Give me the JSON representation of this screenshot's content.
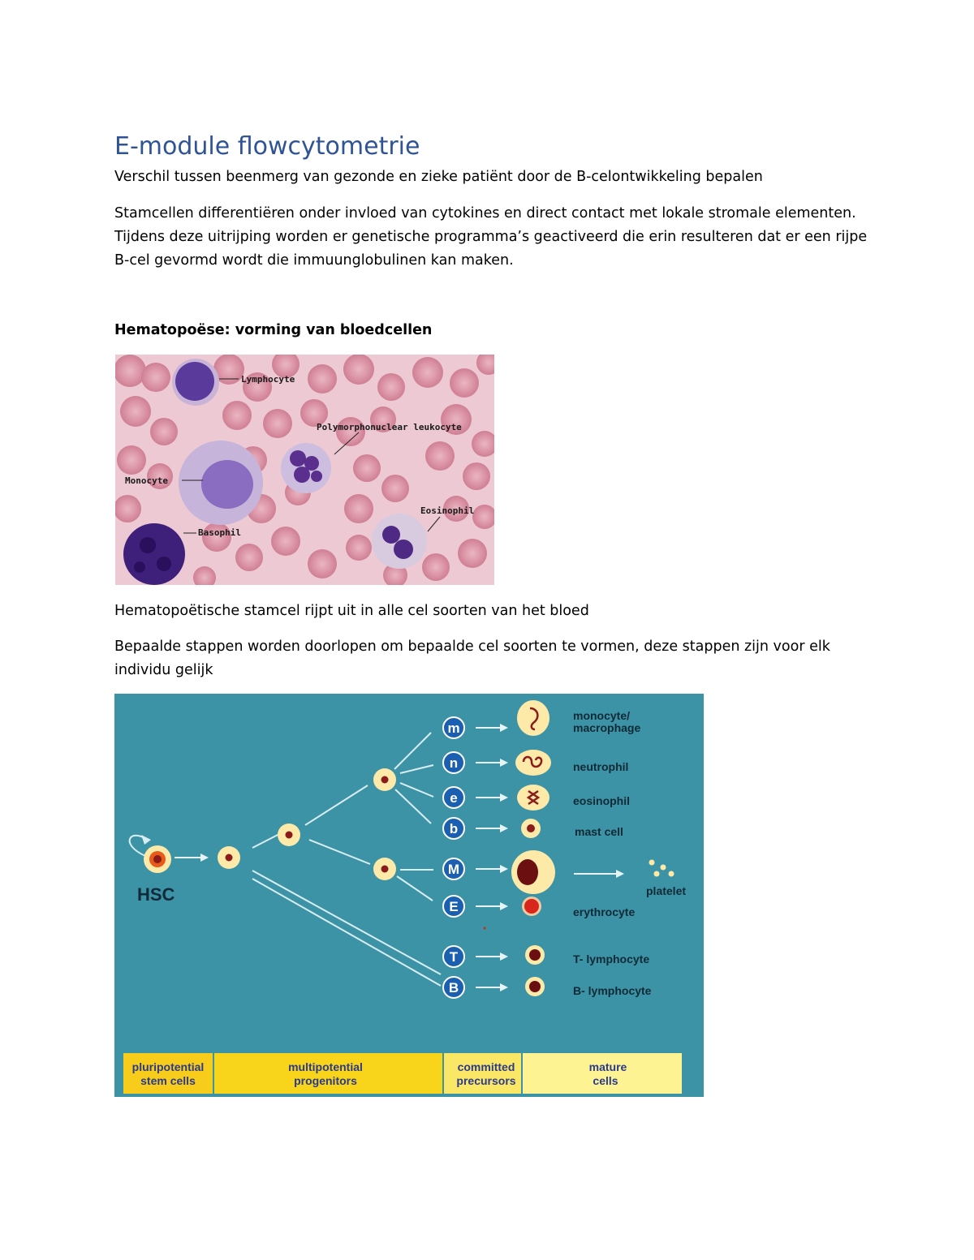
{
  "page": {
    "title": "E-module flowcytometrie",
    "subtitle": "Verschil tussen beenmerg van gezonde en zieke patiënt door de B-celontwikkeling bepalen",
    "paragraph1_line1": "Stamcellen differentiëren onder invloed van cytokines en direct contact met lokale stromale elementen.",
    "paragraph1_line2": "Tijdens deze uitrijping worden er genetische programma’s geactiveerd die erin resulteren dat er een rijpe",
    "paragraph1_line3": "B-cel gevormd wordt die immuunglobulinen kan maken.",
    "heading_hematopoese": "Hematopoëse: vorming van bloedcellen",
    "paragraph2": "Hematopoëtische stamcel rijpt uit in alle cel soorten van het bloed",
    "paragraph3_line1": "Bepaalde stappen worden doorlopen om bepaalde cel soorten te vormen, deze stappen zijn voor elk",
    "paragraph3_line2": "individu gelijk"
  },
  "micrograph": {
    "labels": {
      "lymphocyte": "Lymphocyte",
      "pmn": "Polymorphonuclear leukocyte",
      "monocyte": "Monocyte",
      "eosinophil": "Eosinophil",
      "basophil": "Basophil"
    }
  },
  "diagram": {
    "hsc": "HSC",
    "letters": {
      "m": "m",
      "n": "n",
      "e": "e",
      "b": "b",
      "M": "M",
      "E": "E",
      "T": "T",
      "B": "B"
    },
    "labels": {
      "monocyte_1": "monocyte/",
      "monocyte_2": "macrophage",
      "neutrophil": "neutrophil",
      "eosinophil": "eosinophil",
      "mast": "mast cell",
      "platelet": "platelet",
      "erythrocyte": "erythrocyte",
      "t_lymph": "T- lymphocyte",
      "b_lymph": "B- lymphocyte"
    },
    "stages": {
      "s1_line1": "pluripotential",
      "s1_line2": "stem cells",
      "s2_line1": "multipotential",
      "s2_line2": "progenitors",
      "s3_line1": "committed",
      "s3_line2": "precursors",
      "s4_line1": "mature",
      "s4_line2": "cells"
    },
    "colors": {
      "background": "#3d93a6",
      "stage1": "#f8cc1b",
      "stage2": "#f8d41b",
      "stage3": "#fbe766",
      "stage4": "#fdf392",
      "cell": "#fde9a8",
      "nucleus": "#8b1a1a",
      "badge": "#1b5fb0"
    }
  }
}
